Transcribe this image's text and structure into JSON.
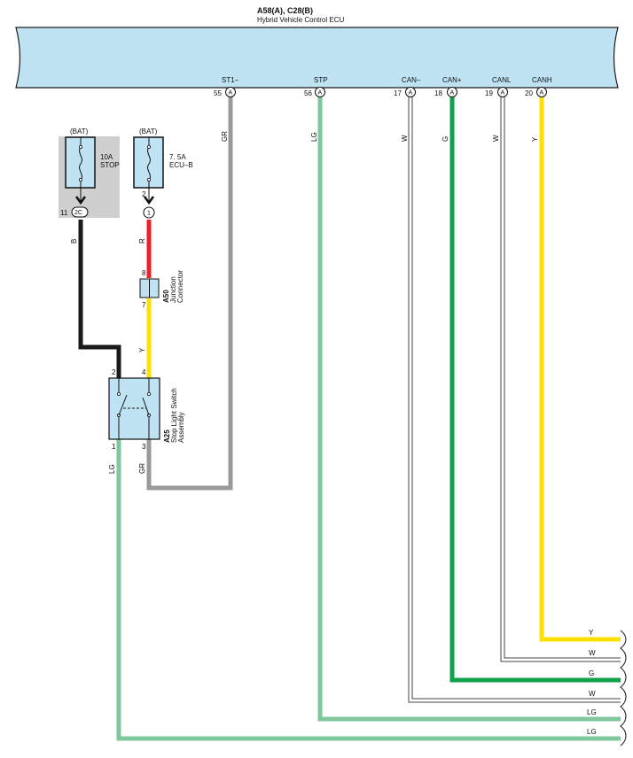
{
  "ecu": {
    "code": "A58(A), C28(B)",
    "name": "Hybrid Vehicle Control ECU",
    "terminals": [
      {
        "signal": "ST1−",
        "pin": "55",
        "conn": "A"
      },
      {
        "signal": "STP",
        "pin": "56",
        "conn": "A"
      },
      {
        "signal": "CAN−",
        "pin": "17",
        "conn": "A"
      },
      {
        "signal": "CAN+",
        "pin": "18",
        "conn": "A"
      },
      {
        "signal": "CANL",
        "pin": "19",
        "conn": "A"
      },
      {
        "signal": "CANH",
        "pin": "20",
        "conn": "A"
      }
    ]
  },
  "fuses": [
    {
      "supply": "(BAT)",
      "rating": "10A",
      "name": "STOP",
      "pin": "11",
      "conn": "2C"
    },
    {
      "supply": "(BAT)",
      "rating": "7. 5A",
      "name": "ECU–B",
      "pin": "2",
      "conn": "1"
    }
  ],
  "junction": {
    "code": "A50",
    "name1": "Junction",
    "name2": "Connector",
    "pin_in": "8",
    "pin_out": "7"
  },
  "switch": {
    "code": "A25",
    "name1": "Stop Light Switch",
    "name2": "Assembly",
    "pins": [
      "2",
      "4",
      "1",
      "3"
    ]
  },
  "wire_colors": {
    "GR": "#9a9a9a",
    "LG": "#7fc89d",
    "W": "#ffffff",
    "G": "#12a04a",
    "Y": "#ffe000",
    "B": "#1a1a1a",
    "R": "#e8202a"
  },
  "wire_labels": {
    "st1": "GR",
    "stp": "LG",
    "canm": "W",
    "canp": "G",
    "canl": "W",
    "canh": "Y",
    "fuse10": "B",
    "fuse75": "R",
    "junc_out": "Y",
    "sw1": "LG",
    "sw3": "GR"
  },
  "harness_labels": [
    "Y",
    "W",
    "G",
    "W",
    "LG",
    "LG"
  ],
  "colors": {
    "ecu_fill": "#bfe3f3",
    "fuse_fill": "#bfe3f3",
    "fuse_bg": "#cfcfcf"
  }
}
